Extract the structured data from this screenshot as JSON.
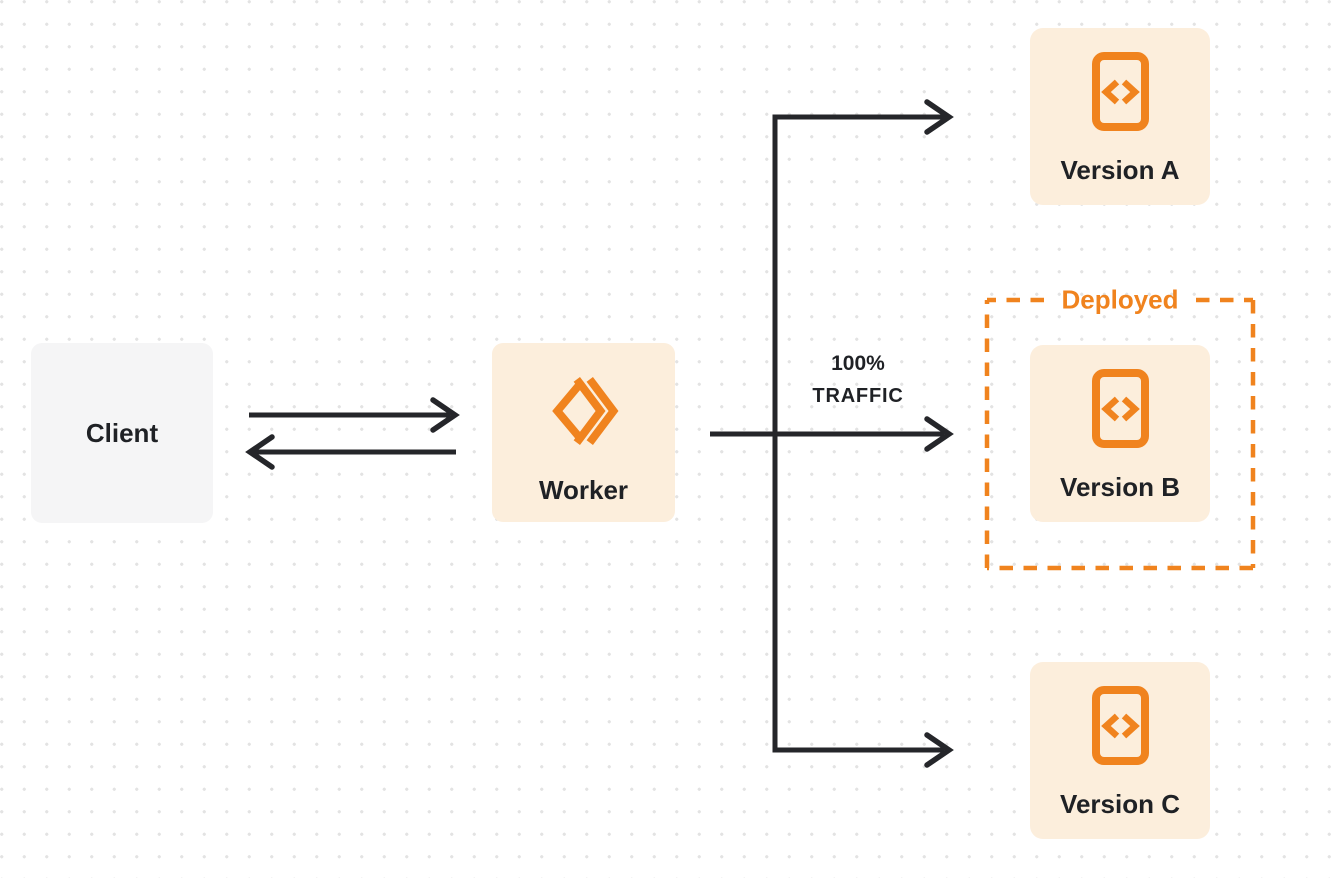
{
  "colors": {
    "accent_orange": "#F0831E",
    "node_fill_orange": "#FCEEDC",
    "node_fill_gray": "#F5F5F6",
    "line_color": "#25262A",
    "text_color": "#1F2125",
    "dot_grid_color": "#E3E3E3",
    "background": "#FFFFFF"
  },
  "nodes": {
    "client": {
      "label": "Client"
    },
    "worker": {
      "label": "Worker",
      "icon": "workers-logo-icon"
    },
    "version_a": {
      "label": "Version A",
      "icon": "code-file-icon"
    },
    "version_b": {
      "label": "Version B",
      "icon": "code-file-icon"
    },
    "version_c": {
      "label": "Version C",
      "icon": "code-file-icon"
    }
  },
  "annotations": {
    "deployed": "Deployed",
    "traffic_line1": "100%",
    "traffic_line2": "TRAFFIC"
  },
  "edges": [
    {
      "from": "client",
      "to": "worker",
      "style": "arrow-right"
    },
    {
      "from": "worker",
      "to": "client",
      "style": "arrow-left"
    },
    {
      "from": "worker",
      "to": "version_a",
      "style": "arrow-right"
    },
    {
      "from": "worker",
      "to": "version_b",
      "style": "arrow-right",
      "label": "100% TRAFFIC"
    },
    {
      "from": "worker",
      "to": "version_c",
      "style": "arrow-right"
    }
  ]
}
